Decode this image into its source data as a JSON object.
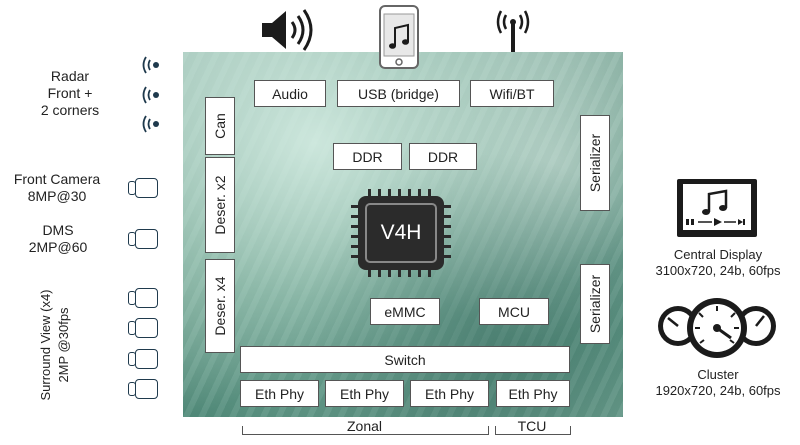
{
  "left_labels": {
    "radar": [
      "Radar",
      "Front +",
      "2 corners"
    ],
    "front_camera": [
      "Front Camera",
      "8MP@30"
    ],
    "dms": [
      "DMS",
      "2MP@60"
    ],
    "surround": [
      "Surround View (x4)",
      "2MP @30fps"
    ]
  },
  "top_blocks": {
    "audio": "Audio",
    "usb": "USB (bridge)",
    "wifi": "Wifi/BT"
  },
  "left_blocks": {
    "can": "Can",
    "deser2": "Deser. x2",
    "deser4": "Deser. x4"
  },
  "memory": {
    "ddr1": "DDR",
    "ddr2": "DDR"
  },
  "soc": "V4H",
  "storage": {
    "emmc": "eMMC",
    "mcu": "MCU"
  },
  "right_blocks": {
    "serializer1": "Serializer",
    "serializer2": "Serializer"
  },
  "network": {
    "switch": "Switch",
    "eth_phys": [
      "Eth Phy",
      "Eth Phy",
      "Eth Phy",
      "Eth Phy"
    ],
    "zonal": "Zonal",
    "tcu": "TCU"
  },
  "displays": {
    "central": [
      "Central Display",
      "3100x720, 24b, 60fps"
    ],
    "cluster": [
      "Cluster",
      "1920x720, 24b, 60fps"
    ]
  },
  "icons": {
    "speaker": "speaker-icon",
    "phone": "phone-music-icon",
    "antenna": "wifi-antenna-icon",
    "radar": "radar-icon",
    "camera": "camera-icon",
    "display": "media-display-icon",
    "gauges": "gauge-cluster-icon"
  },
  "colors": {
    "icon_dark": "#1f3a4d",
    "chip": "#2b2b2b",
    "board": "#7faf9d"
  }
}
